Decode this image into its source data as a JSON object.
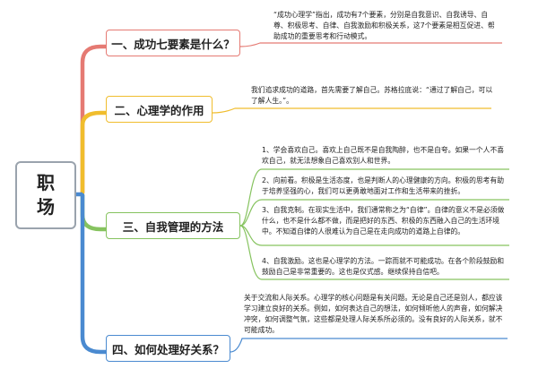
{
  "root": {
    "label": "职场"
  },
  "colors": {
    "topic1": "#e57a73",
    "topic2": "#f0bd2d",
    "topic3": "#86c35f",
    "topic4": "#4a8ad0",
    "root_border": "#9aa3ad"
  },
  "topics": [
    {
      "label": "一、成功七要素是什么？",
      "note": "“成功心理学”指出，成功有7个要素，分别是自我意识、自我诱导、自尊、积极思考、自律、自我激励和积极关系，这7个要素是相互促进、帮助成功的重要思考和行动模式。"
    },
    {
      "label": "二、心理学的作用",
      "note": "我们追求成功的道路，首先需要了解自己。苏格拉底说：“通过了解自己，可以了解人生。”。"
    },
    {
      "label": "三、自我管理的方法",
      "subnotes": [
        "1、学会喜欢自己。喜欢上自己既不是自我陶醉，也不是自夸。如果一个人不喜欢自己，就无法想象自己喜欢别人和世界。",
        "2、向前看。积极是生活态度，也是判断人的心理健康的方向。积极的思考有助于培养坚强的心，我们可以更勇敢地面对工作和生活带来的挫折。",
        "3、自我克制。在现实生活中，我们通常称之为“自律”。自律的意义不是必须做什么，也不是什么都不做，而是把好的东西、积极的东西融入自己的生活环境中。不知道自律的人很难认为自己是在走向成功的道路上自律的。",
        "4、自我激励。这也是心理学的方法。一踪而就不可能成功。在各个阶段鼓励和鼓励自己是非常重要的。这也是仪式感。继续保持自信吧。"
      ]
    },
    {
      "label": "四、如何处理好关系？",
      "note": "关于交流和人际关系。心理学的核心问题是有关问题。无论是自己还是别人，都应该学习建立良好的关系。例如，如何表达自己的想法，如何倾听他人的声音，如何解决冲突，如何调整气氛，这些都是处理人际关系所必须的。没有良好的人际关系，就不可能成功。"
    }
  ]
}
